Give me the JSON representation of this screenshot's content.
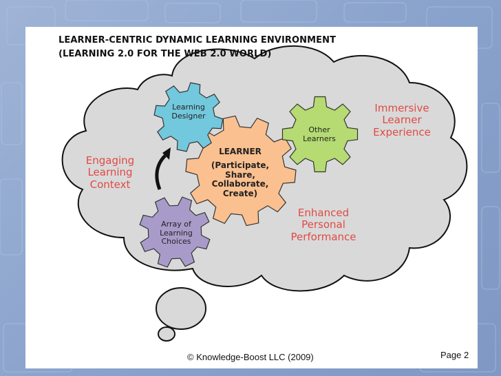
{
  "title": {
    "line1": "LEARNER-CENTRIC DYNAMIC LEARNING ENVIRONMENT",
    "line2": "(LEARNING 2.0 FOR THE WEB 2.0 WORLD)"
  },
  "gears": {
    "learner": {
      "title": "LEARNER",
      "l1": "(Participate,",
      "l2": "Share,",
      "l3": "Collaborate,",
      "l4": "Create)"
    },
    "designer": {
      "l1": "Learning",
      "l2": "Designer"
    },
    "other": {
      "l1": "Other",
      "l2": "Learners"
    },
    "choices": {
      "l1": "Array of",
      "l2": "Learning",
      "l3": "Choices"
    }
  },
  "labels": {
    "immersive": {
      "l1": "Immersive",
      "l2": "Learner",
      "l3": "Experience"
    },
    "engaging": {
      "l1": "Engaging",
      "l2": "Learning",
      "l3": "Context"
    },
    "enhanced": {
      "l1": "Enhanced",
      "l2": "Personal",
      "l3": "Performance"
    }
  },
  "colors": {
    "learner_gear": "#fbc08f",
    "designer_gear": "#72c8dc",
    "other_gear": "#b5db72",
    "choices_gear": "#a99bc9",
    "cloud": "#d9d9d9",
    "accent_text": "#e04a44"
  },
  "footer": {
    "copyright": "© Knowledge-Boost LLC (2009)",
    "page": "Page 2"
  }
}
